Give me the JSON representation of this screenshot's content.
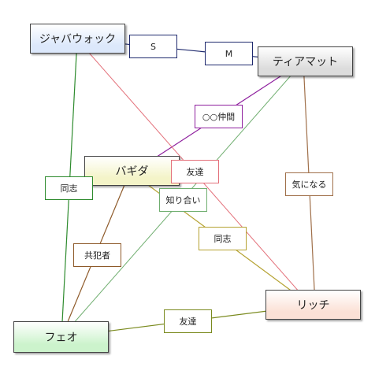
{
  "nodes": {
    "jabberwock": {
      "label": "ジャバウォック",
      "color": "#dce8fb"
    },
    "tiamat": {
      "label": "ティアマット",
      "color": "#dcdcdc"
    },
    "bagida": {
      "label": "バギダ",
      "color": "#f4f4c8"
    },
    "lich": {
      "label": "リッチ",
      "color": "#fbe1d6"
    },
    "feo": {
      "label": "フェオ",
      "color": "#ccf3cc"
    }
  },
  "edges": [
    {
      "from": "jabberwock",
      "to": "tiamat",
      "labels": [
        "S",
        "M"
      ],
      "color": "#1f2a6e"
    },
    {
      "from": "tiamat",
      "to": "bagida",
      "labels": [
        "○○仲間"
      ],
      "color": "#8e1f9e"
    },
    {
      "from": "jabberwock",
      "to": "lich",
      "labels": [
        "友達"
      ],
      "color": "#e3707a"
    },
    {
      "from": "jabberwock",
      "to": "feo",
      "labels": [
        "同志"
      ],
      "color": "#2e8b2e"
    },
    {
      "from": "tiamat",
      "to": "feo",
      "labels": [
        "知り合い"
      ],
      "color": "#6fae6f"
    },
    {
      "from": "tiamat",
      "to": "lich",
      "labels": [
        "気になる"
      ],
      "color": "#a0704a"
    },
    {
      "from": "bagida",
      "to": "lich",
      "labels": [
        "同志"
      ],
      "color": "#b5a231"
    },
    {
      "from": "bagida",
      "to": "feo",
      "labels": [
        "共犯者"
      ],
      "color": "#8e5a2a"
    },
    {
      "from": "feo",
      "to": "lich",
      "labels": [
        "友達"
      ],
      "color": "#7a8a1e"
    }
  ]
}
